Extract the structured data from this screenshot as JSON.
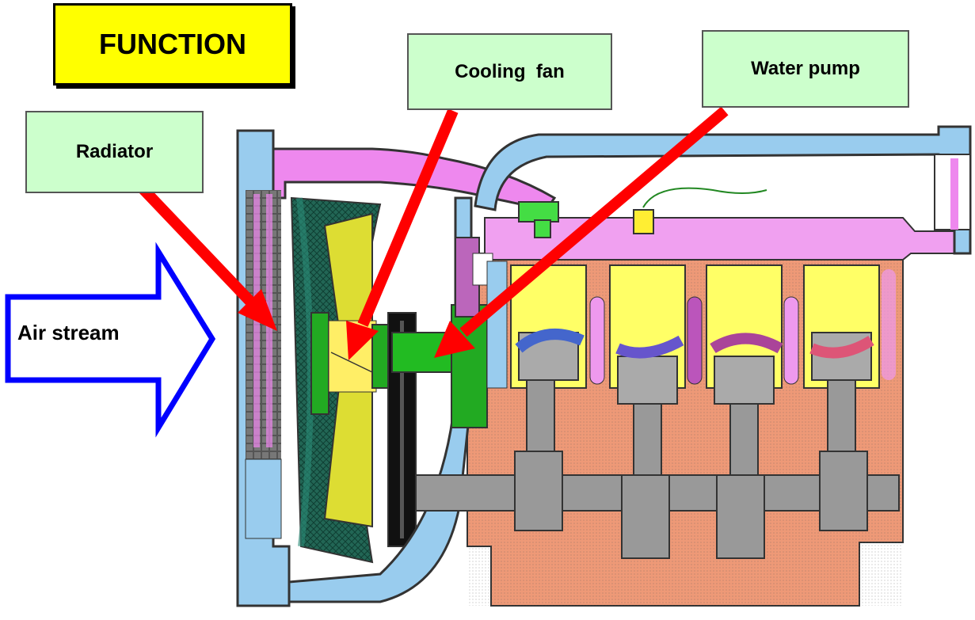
{
  "title": "FUNCTION",
  "labels": {
    "cooling_fan": "Cooling  fan",
    "water_pump": "Water pump",
    "radiator": "Radiator",
    "air_stream": "Air stream"
  },
  "colors": {
    "title_bg": "#ffff00",
    "label_bg": "#ccffcc",
    "arrow": "#ff0000",
    "air_arrow": "#0000ff",
    "coolant_hot": "#ee88ee",
    "coolant_cold": "#99ccee",
    "engine_block": "#ee9977",
    "cylinder": "#ffff66",
    "pump_shaft": "#22bb22",
    "fan_blade": "#dddd33"
  }
}
